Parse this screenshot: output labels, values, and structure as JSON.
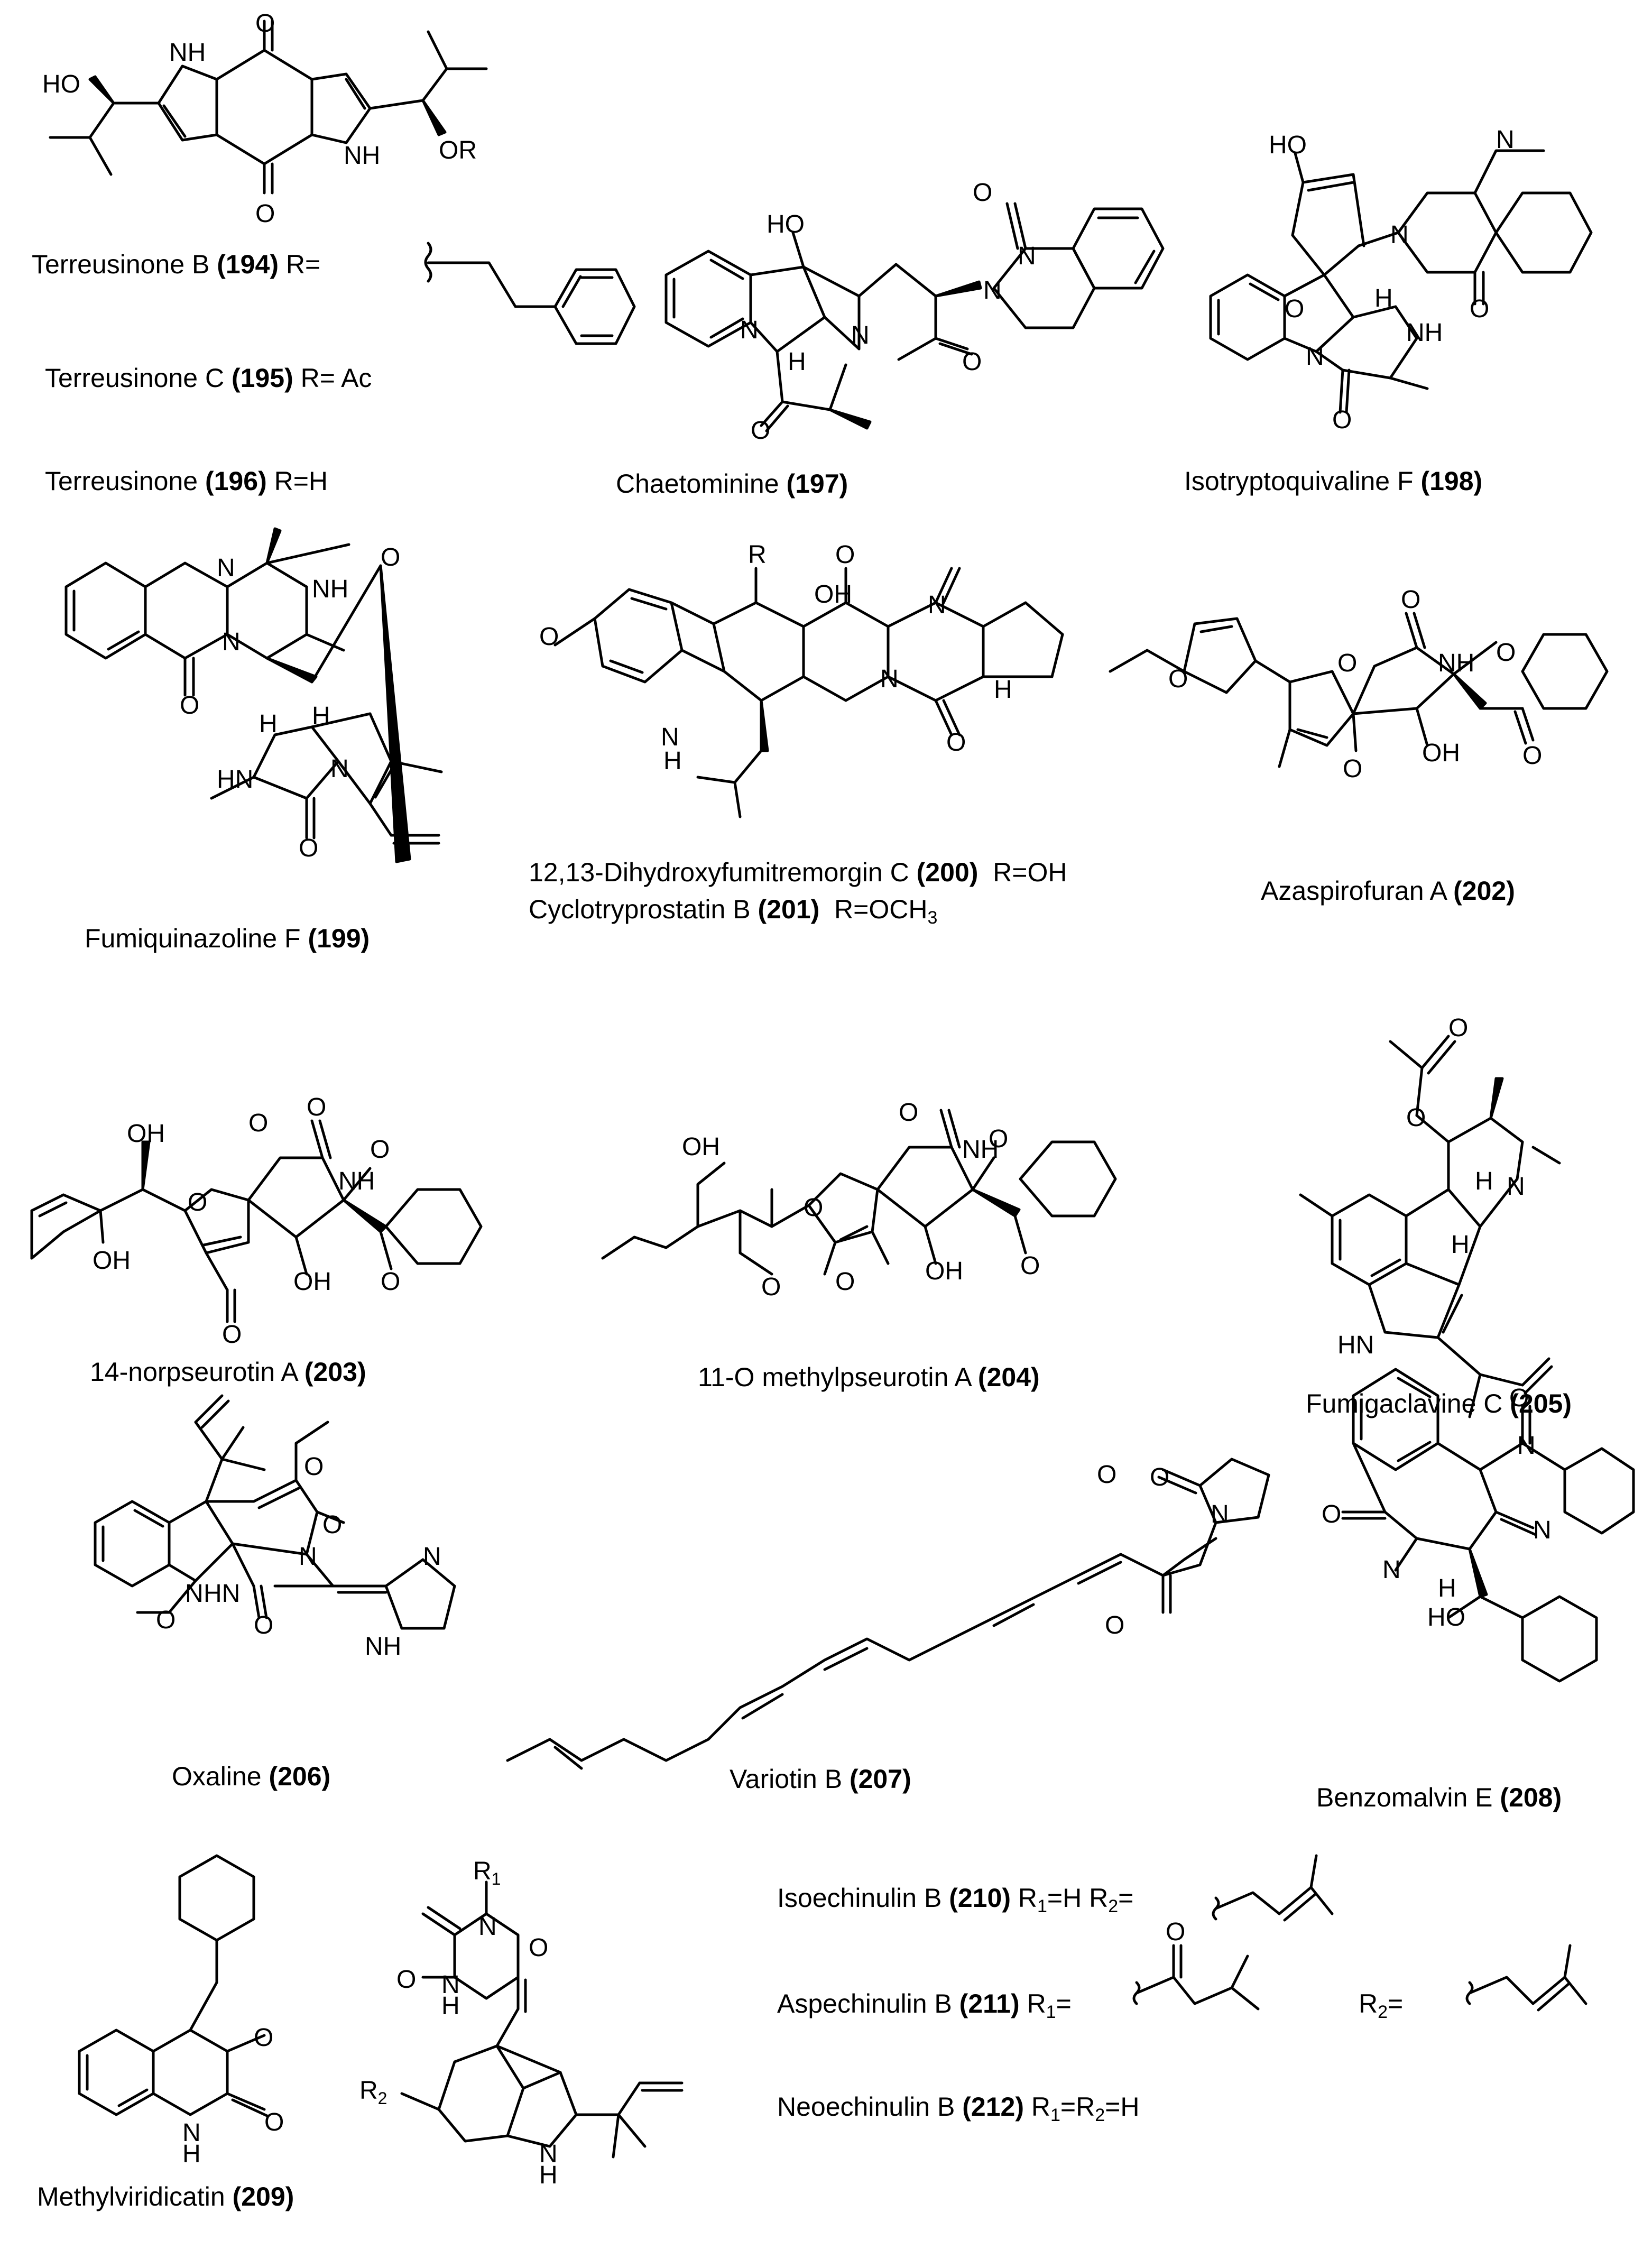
{
  "compounds": [
    {
      "id": "194",
      "name": "Terreusinone B",
      "note": "R="
    },
    {
      "id": "195",
      "name": "Terreusinone C",
      "note": "R= Ac"
    },
    {
      "id": "196",
      "name": "Terreusinone",
      "note": "R=H"
    },
    {
      "id": "197",
      "name": "Chaetominine"
    },
    {
      "id": "198",
      "name": "Isotryptoquivaline F"
    },
    {
      "id": "199",
      "name": "Fumiquinazoline F"
    },
    {
      "id": "200",
      "name": "12,13-Dihydroxyfumitremorgin C",
      "note": "R=OH"
    },
    {
      "id": "201",
      "name": "Cyclotryprostatin B",
      "note": "R=OCH",
      "note_sub": "3"
    },
    {
      "id": "202",
      "name": "Azaspirofuran A"
    },
    {
      "id": "203",
      "name": "14-norpseurotin A"
    },
    {
      "id": "204",
      "name": "11-O methylpseurotin A"
    },
    {
      "id": "205",
      "name": "Fumigaclavine C"
    },
    {
      "id": "206",
      "name": "Oxaline"
    },
    {
      "id": "207",
      "name": "Variotin B"
    },
    {
      "id": "208",
      "name": "Benzomalvin E"
    },
    {
      "id": "209",
      "name": "Methylviridicatin"
    },
    {
      "id": "210",
      "name": "Isoechinulin B",
      "r1_lead": "R",
      "r1_sub": "1",
      "r1_tail": "=H R",
      "r2_sub": "2",
      "r2_tail": "="
    },
    {
      "id": "211",
      "name": "Aspechinulin B",
      "r1_lead": "R",
      "r1_sub": "1",
      "r1_tail": "=",
      "r2_lead": "R",
      "r2_sub": "2",
      "r2_tail": "="
    },
    {
      "id": "212",
      "name": "Neoechinulin B",
      "r1_lead": "R",
      "r1_sub": "1",
      "r1_tail": "=R",
      "r2_sub": "2",
      "r2_tail": "=H"
    }
  ],
  "atom_labels": {
    "HO": "HO",
    "OH": "OH",
    "O": "O",
    "N": "N",
    "NH": "NH",
    "HN": "HN",
    "H": "H",
    "OR": "OR",
    "R": "R",
    "R1": "R",
    "R2": "R",
    "sub1": "1",
    "sub2": "2"
  }
}
